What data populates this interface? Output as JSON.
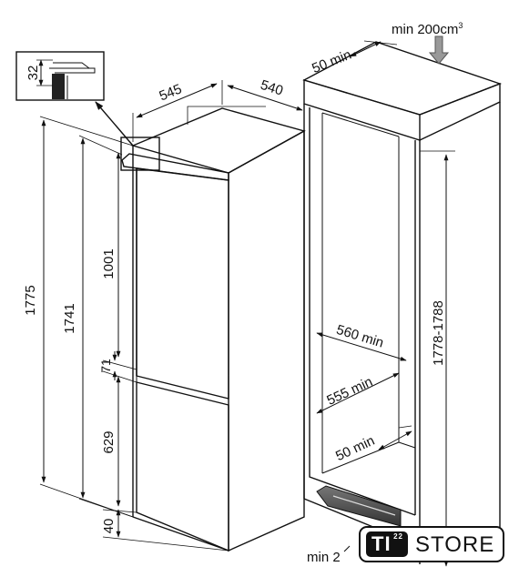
{
  "dimensions": {
    "min_air": "min 200cm",
    "min_air_sup": "3",
    "top_50": "50 min",
    "depth_545": "545",
    "depth_540": "540",
    "inset_32": "32",
    "h_1775": "1775",
    "h_1741": "1741",
    "h_1001": "1001",
    "h_71": "71",
    "h_629": "629",
    "h_40": "40",
    "niche_h": "1778-1788",
    "niche_560": "560 min",
    "niche_555": "555 min",
    "niche_50": "50 min",
    "bottom_min": "min 2"
  },
  "logo": {
    "ti": "TI",
    "sup": "22",
    "store": "STORE"
  }
}
